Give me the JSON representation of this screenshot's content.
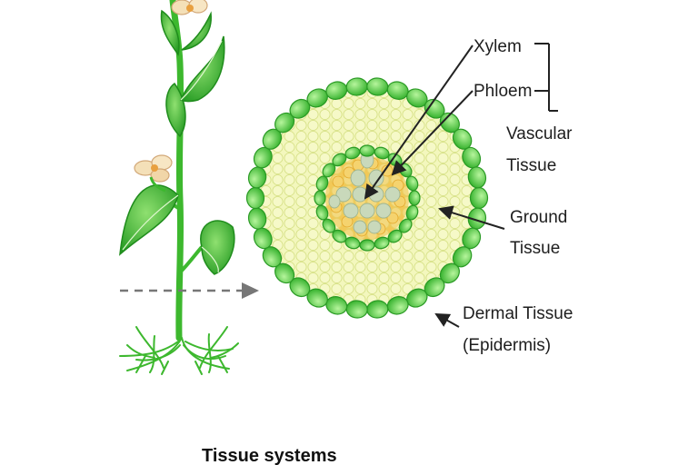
{
  "labels": {
    "xylem": "Xylem",
    "phloem": "Phloem",
    "vascular_tissue_line1": "Vascular",
    "vascular_tissue_line2": "Tissue",
    "ground_tissue_line1": "Ground",
    "ground_tissue_line2": "Tissue",
    "dermal_tissue_line1": "Dermal Tissue",
    "dermal_tissue_line2": "(Epidermis)"
  },
  "caption": "Tissue systems",
  "colors": {
    "epidermis": "#43c436",
    "epidermis_light": "#9be882",
    "ground_tissue": "#f3f7bd",
    "phloem": "#f2c24a",
    "xylem": "#c9d9bb",
    "stem": "#3db82e",
    "leaf": "#2fa52a",
    "flower": "#f4e0b8",
    "dashed_arrow": "#777777"
  }
}
